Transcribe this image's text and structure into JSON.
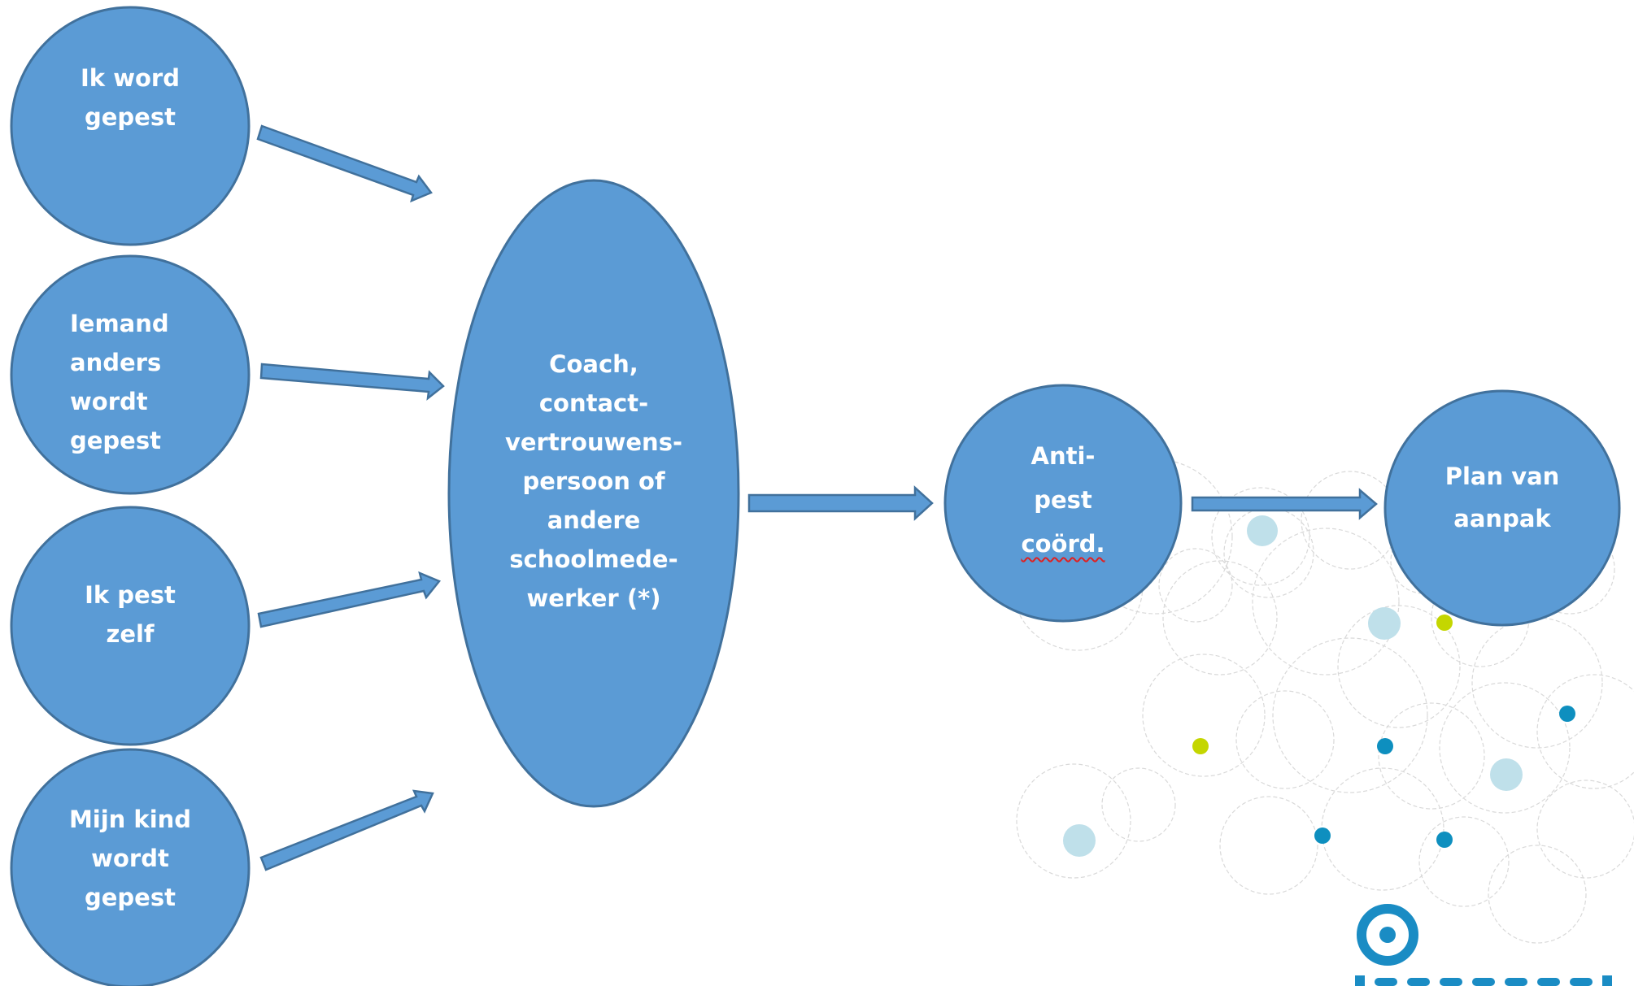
{
  "diagram": {
    "inputs": [
      {
        "lines": [
          "Ik word",
          "gepest"
        ]
      },
      {
        "lines": [
          "Iemand",
          "anders",
          "wordt",
          "gepest"
        ]
      },
      {
        "lines": [
          "Ik pest",
          "zelf"
        ]
      },
      {
        "lines": [
          "Mijn kind",
          "wordt",
          "gepest"
        ]
      }
    ],
    "hub": {
      "lines": [
        "Coach,",
        "contact-",
        "vertrouwens-",
        "persoon of",
        "andere",
        "schoolmede-",
        "werker (*)"
      ]
    },
    "coordinator": {
      "lines": [
        "Anti-",
        "pest",
        "coörd."
      ]
    },
    "result": {
      "lines": [
        "Plan van",
        "aanpak"
      ]
    }
  },
  "colors": {
    "shape_fill": "#5B9BD5",
    "shape_stroke": "#41719C",
    "dot_lime": "#C4D600",
    "dot_teal": "#0E8FBF",
    "dot_pale": "#BFE0EA",
    "logo": "#1A8CC4"
  },
  "logo": {
    "icon": "target-circle-icon"
  }
}
